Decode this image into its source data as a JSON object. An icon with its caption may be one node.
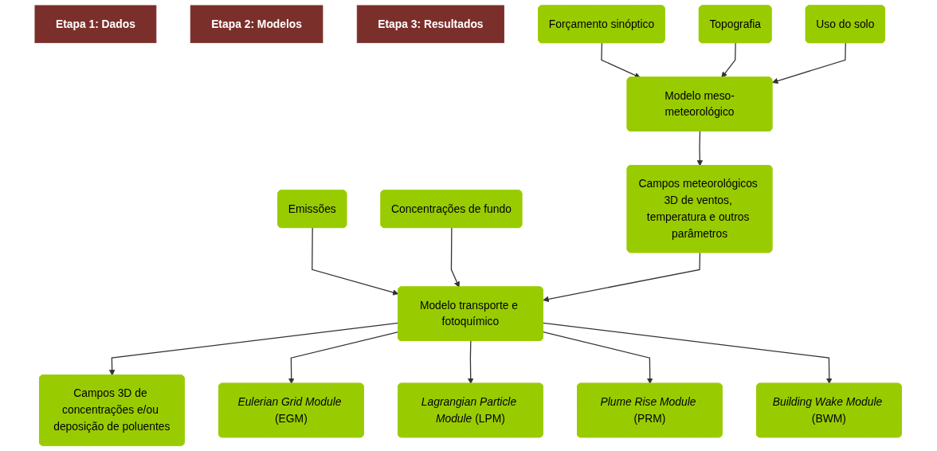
{
  "diagram": {
    "nodes": [
      {
        "text": [
          "Etapa 1: Dados"
        ]
      },
      {
        "text": [
          "Etapa 2: Modelos"
        ]
      },
      {
        "text": [
          "Etapa 3: Resultados"
        ]
      },
      {
        "text": [
          "Forçamento sinóptico"
        ]
      },
      {
        "text": [
          "Topografia"
        ]
      },
      {
        "text": [
          "Uso do solo"
        ]
      },
      {
        "text": [
          "Emissões"
        ]
      },
      {
        "text": [
          "Concentrações de fundo"
        ]
      },
      {
        "text": [
          "Modelo meso-meteorológico"
        ]
      },
      {
        "text": [
          "Modelo transporte e fotoquímico"
        ]
      },
      {
        "text": [
          "*Eulerian Grid Module* (EGM)"
        ]
      },
      {
        "text": [
          "*Lagrangian Particle Module* (LPM)"
        ]
      },
      {
        "text": [
          "*Plume Rise Module* (PRM)"
        ]
      },
      {
        "text": [
          "*Building Wake Module* (BWM)"
        ]
      },
      {
        "text": [
          "Campos meteorológicos 3D de ventos, temperatura e outros parâmetros"
        ]
      },
      {
        "text": [
          "Campos 3D de concentrações e/ou deposição de poluentes"
        ]
      }
    ],
    "edges": [
      {
        "from": 3,
        "to": 8,
        "arrow": "to"
      },
      {
        "from": 4,
        "to": 8,
        "arrow": "to"
      },
      {
        "from": 5,
        "to": 8,
        "arrow": "to"
      },
      {
        "from": 6,
        "to": 9,
        "arrow": "to"
      },
      {
        "from": 7,
        "to": 9,
        "arrow": "to"
      },
      {
        "from": 8,
        "to": 14,
        "arrow": "to"
      },
      {
        "from": 14,
        "to": 9,
        "arrow": "to"
      },
      {
        "from": 9,
        "to": 15,
        "arrow": "to"
      },
      {
        "from": 9,
        "to": 10,
        "arrow": "to"
      },
      {
        "from": 9,
        "to": 11,
        "arrow": "to"
      },
      {
        "from": 9,
        "to": 12,
        "arrow": "to"
      },
      {
        "from": 9,
        "to": 13,
        "arrow": "to"
      }
    ]
  }
}
